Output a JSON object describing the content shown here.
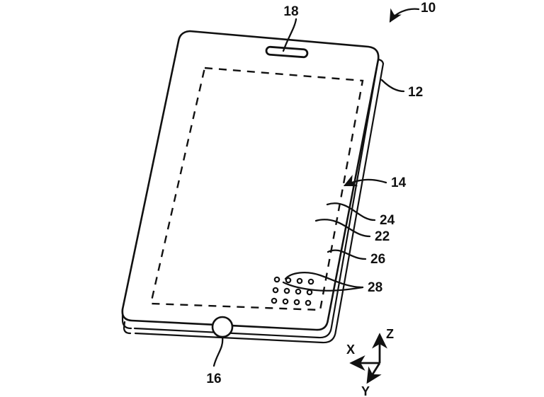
{
  "figure": {
    "title": "Patent line drawing of a handheld electronic device",
    "background_color": "#ffffff",
    "line_color": "#111111",
    "subject": "mobile-phone-perspective-view"
  },
  "reference_numerals": [
    {
      "id": "10",
      "label": "10",
      "meaning": "electronic-device-overall",
      "leader": "curved-arrow"
    },
    {
      "id": "12",
      "label": "12",
      "meaning": "housing-sidewall",
      "leader": "curve"
    },
    {
      "id": "14",
      "label": "14",
      "meaning": "display-active-area",
      "leader": "arrow"
    },
    {
      "id": "16",
      "label": "16",
      "meaning": "home-button",
      "leader": "curve"
    },
    {
      "id": "18",
      "label": "18",
      "meaning": "earpiece-speaker-opening",
      "leader": "curve"
    },
    {
      "id": "22",
      "label": "22",
      "meaning": "layer-22",
      "leader": "curve"
    },
    {
      "id": "24",
      "label": "24",
      "meaning": "layer-24",
      "leader": "curve"
    },
    {
      "id": "26",
      "label": "26",
      "meaning": "layer-26",
      "leader": "curve"
    },
    {
      "id": "28",
      "label": "28",
      "meaning": "speaker-port-perforations",
      "leader": "curve"
    }
  ],
  "axes": {
    "name": "coordinate-axes",
    "x": "X",
    "y": "Y",
    "z": "Z"
  },
  "perforations": {
    "name": "speaker-hole-array",
    "rows": 3,
    "columns": 4,
    "hole_radius": 3
  },
  "components": {
    "device_body": "device-outline",
    "display_boundary": "display-dashed-boundary",
    "earpiece": "earpiece-slot",
    "home_button": "home-button-circle",
    "side_edge": "housing-side-edge"
  }
}
